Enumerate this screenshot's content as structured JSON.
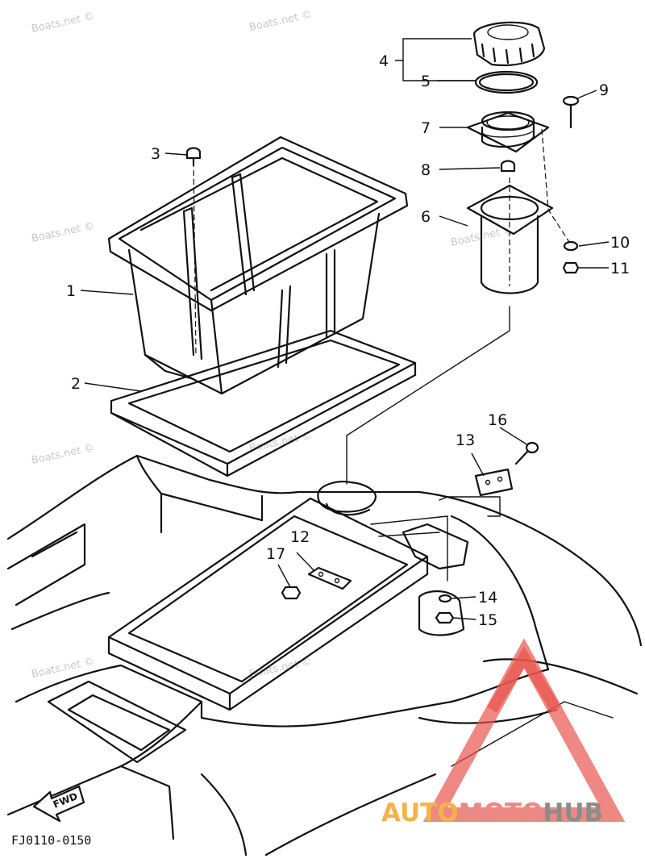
{
  "watermark": "Boats.net ©",
  "diagram_code": "FJ0110-0150",
  "fwd_label": "FWD",
  "brand": {
    "part1": "AUTO",
    "part2": "MOTO",
    "part3": "HUB",
    "color_auto": "#f4b24a",
    "color_moto": "#e88a86",
    "color_hub": "#8c8c8c",
    "logo_color": "#e8554d"
  },
  "callouts": {
    "c1": "1",
    "c2": "2",
    "c3": "3",
    "c4": "4",
    "c5": "5",
    "c6": "6",
    "c7": "7",
    "c8": "8",
    "c9": "9",
    "c10": "10",
    "c11": "11",
    "c12": "12",
    "c13": "13",
    "c14": "14",
    "c15": "15",
    "c16": "16",
    "c17": "17"
  }
}
